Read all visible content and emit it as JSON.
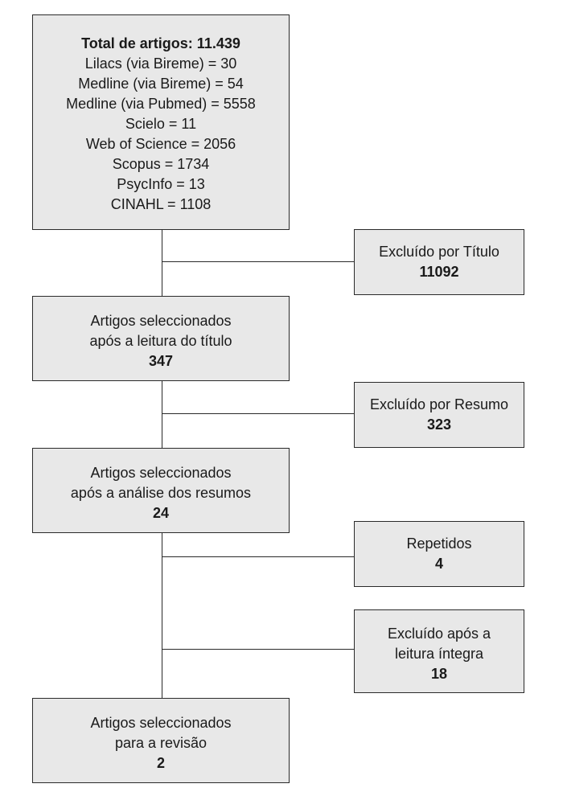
{
  "total_box": {
    "title": "Total de artigos: 11.439",
    "sources": [
      "Lilacs (via Bireme) = 30",
      "Medline (via Bireme) = 54",
      "Medline (via Pubmed) = 5558",
      "Scielo = 11",
      "Web of Science = 2056",
      "Scopus = 1734",
      "PsycInfo = 13",
      "CINAHL = 1108"
    ]
  },
  "excluded_title": {
    "label": "Excluído por Título",
    "count": "11092"
  },
  "selected_title": {
    "line1": "Artigos seleccionados",
    "line2": "após a leitura do título",
    "count": "347"
  },
  "excluded_abstract": {
    "label": "Excluído por Resumo",
    "count": "323"
  },
  "selected_abstract": {
    "line1": "Artigos seleccionados",
    "line2": "após a análise dos resumos",
    "count": "24"
  },
  "repeated": {
    "label": "Repetidos",
    "count": "4"
  },
  "excluded_fulltext": {
    "line1": "Excluído após a",
    "line2": "leitura íntegra",
    "count": "18"
  },
  "selected_review": {
    "line1": "Artigos seleccionados",
    "line2": "para a revisão",
    "count": "2"
  }
}
